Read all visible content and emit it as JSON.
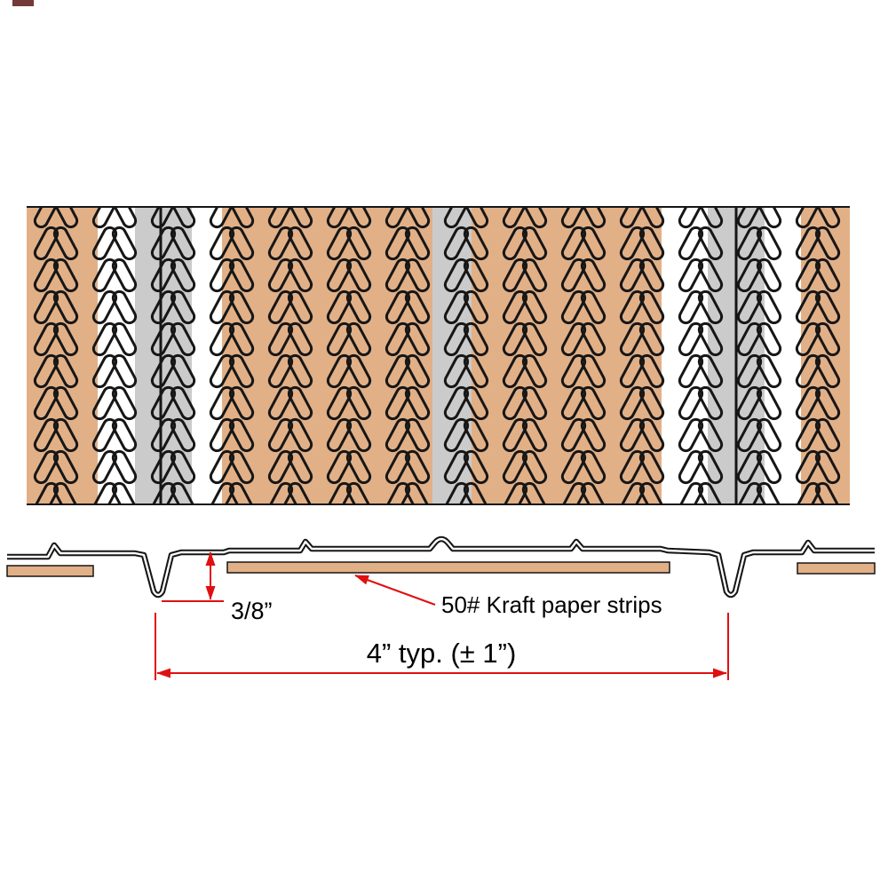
{
  "annotations": {
    "furring_depth": "3/8”",
    "dimple_spacing": "4” typ. (± 1”)",
    "paper_label": "50# Kraft paper strips"
  },
  "colors": {
    "paper_tan": "#e2b087",
    "groove_gray": "#cbcbcb",
    "ink": "#161616",
    "dimension_red": "#e01010",
    "background": "#ffffff"
  }
}
